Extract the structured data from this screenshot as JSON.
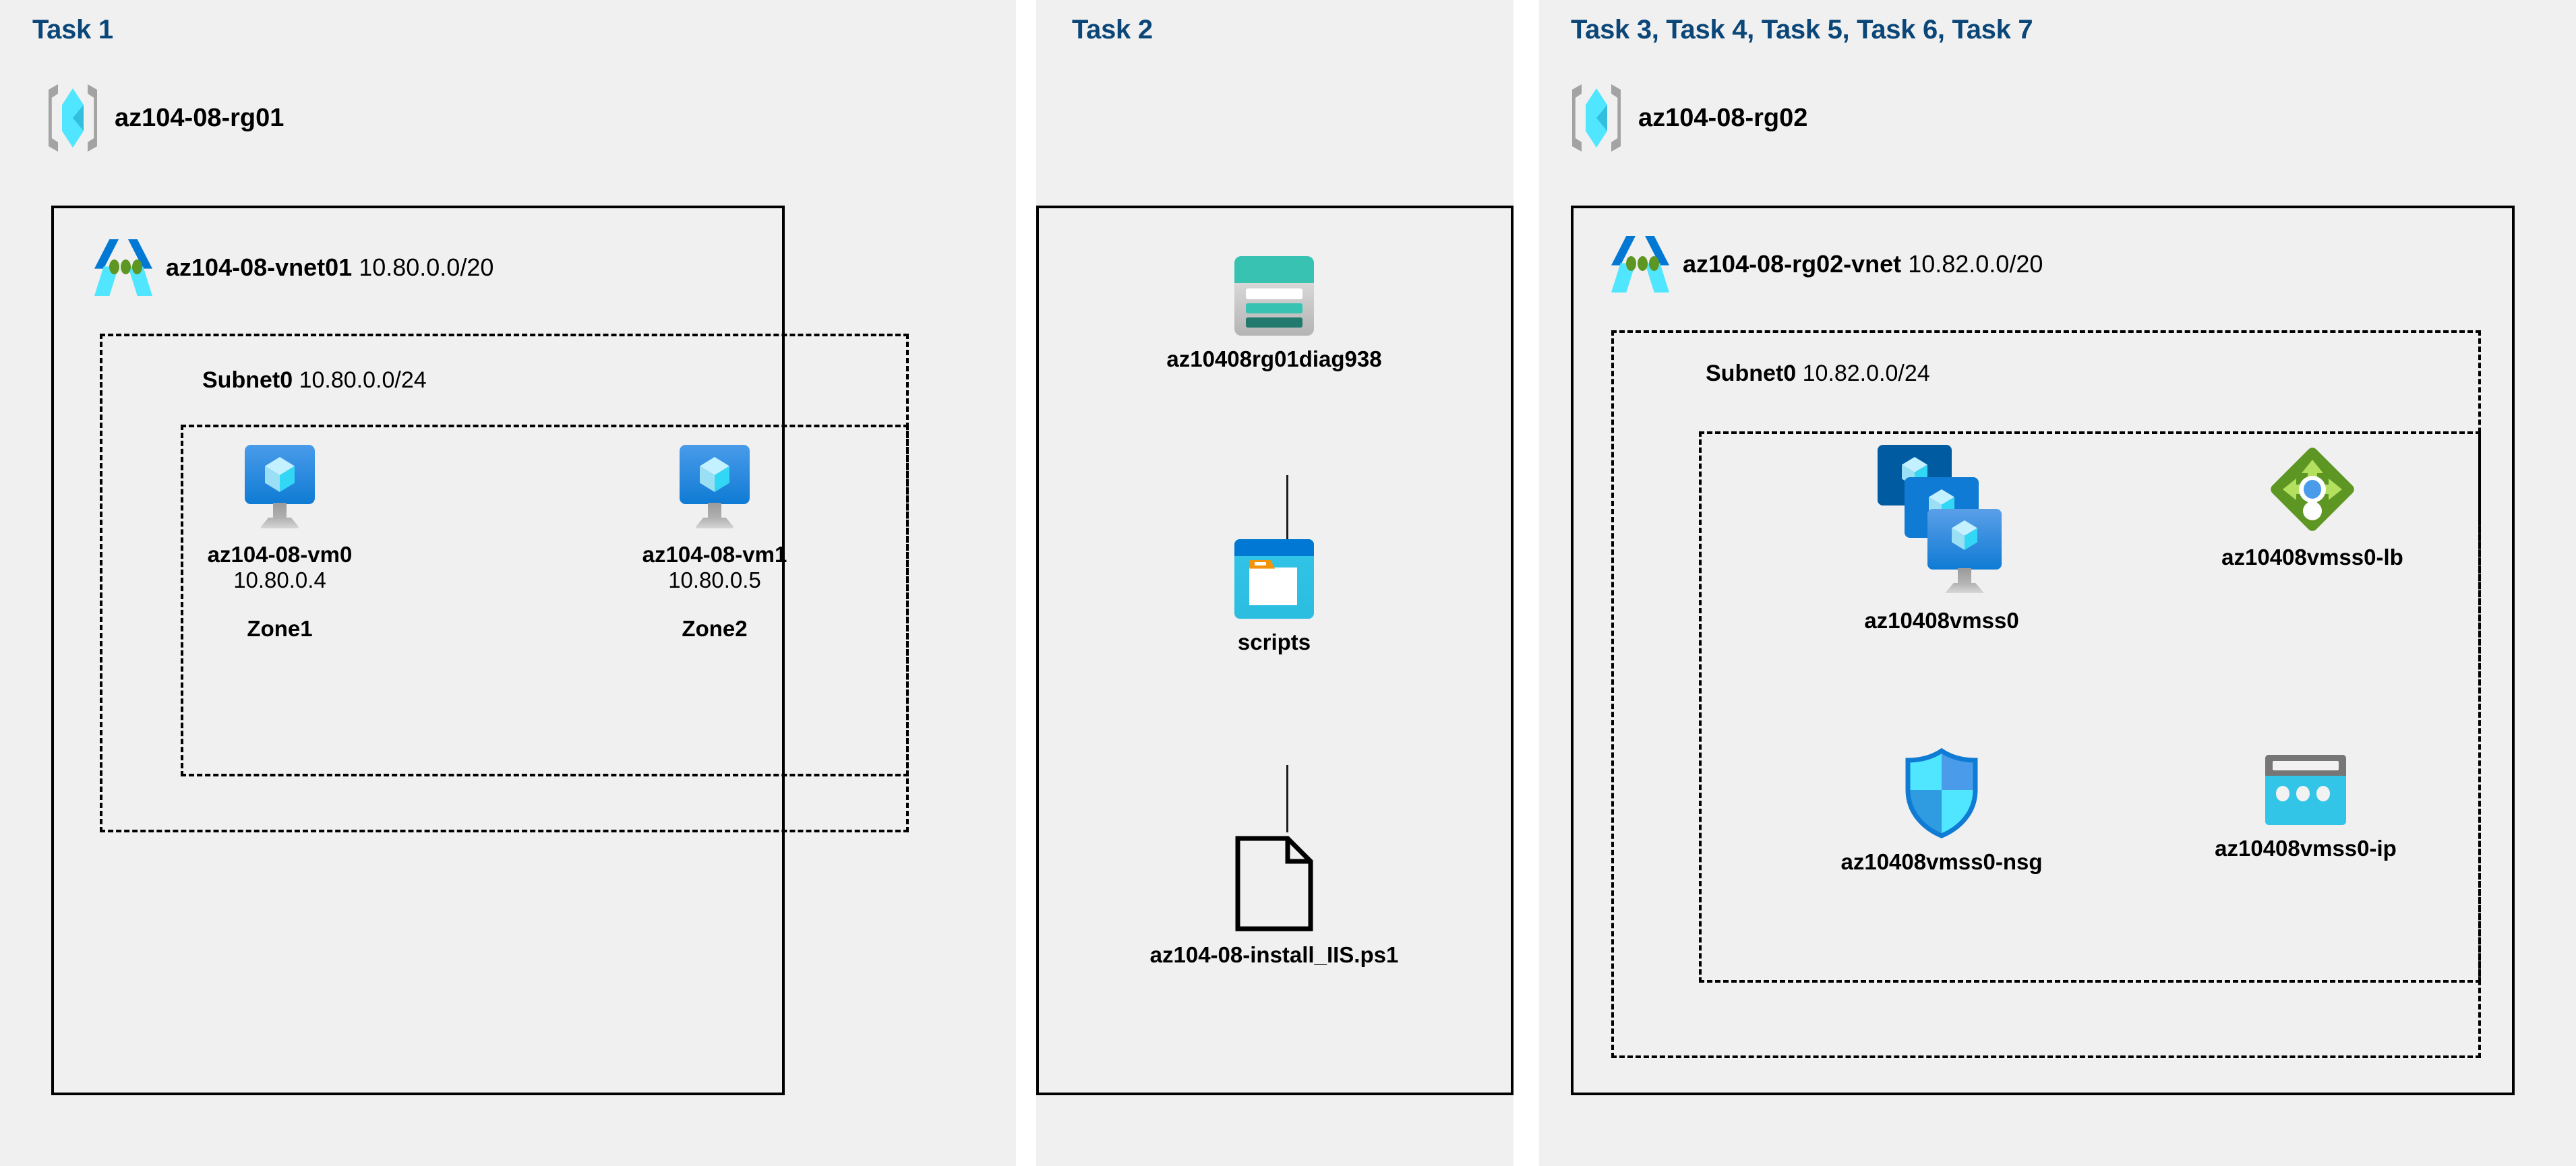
{
  "panels": [
    {
      "heading": "Task 1"
    },
    {
      "heading": "Task 2"
    },
    {
      "heading": "Task 3, Task 4, Task 5, Task 6, Task 7"
    }
  ],
  "resource_groups": [
    {
      "name": "az104-08-rg01",
      "icon": "resource-group-icon"
    },
    {
      "name": "az104-08-rg02",
      "icon": "resource-group-icon"
    }
  ],
  "vnets": [
    {
      "name": "az104-08-vnet01",
      "cidr": "10.80.0.0/20",
      "icon": "virtual-network-icon"
    },
    {
      "name": "az104-08-rg02-vnet",
      "cidr": "10.82.0.0/20",
      "icon": "virtual-network-icon"
    }
  ],
  "subnets": [
    {
      "name": "Subnet0",
      "cidr": "10.80.0.0/24"
    },
    {
      "name": "Subnet0",
      "cidr": "10.82.0.0/24"
    }
  ],
  "vms": [
    {
      "name": "az104-08-vm0",
      "ip": "10.80.0.4",
      "zone": "Zone1",
      "icon": "virtual-machine-icon"
    },
    {
      "name": "az104-08-vm1",
      "ip": "10.80.0.5",
      "zone": "Zone2",
      "icon": "virtual-machine-icon"
    }
  ],
  "storage": {
    "account": {
      "name": "az10408rg01diag938",
      "icon": "storage-account-icon"
    },
    "container": {
      "name": "scripts",
      "icon": "blob-container-icon"
    },
    "file": {
      "name": "az104-08-install_IIS.ps1",
      "icon": "script-file-icon"
    }
  },
  "scale_set_resources": [
    {
      "name": "az10408vmss0",
      "icon": "vm-scale-set-icon"
    },
    {
      "name": "az10408vmss0-lb",
      "icon": "load-balancer-icon"
    },
    {
      "name": "az10408vmss0-nsg",
      "icon": "network-security-group-icon"
    },
    {
      "name": "az10408vmss0-ip",
      "icon": "public-ip-address-icon"
    }
  ],
  "colors": {
    "panel_background": "#f0f0f0",
    "page_background": "#ffffff",
    "heading": "#0b4678",
    "border": "#000000",
    "azure_blue": "#0078d4",
    "cyan": "#50e6ff",
    "teal": "#37c2b1",
    "green": "#5e9624",
    "lb_green": "#77ba27",
    "orange": "#f2930d",
    "gray": "#767676"
  }
}
